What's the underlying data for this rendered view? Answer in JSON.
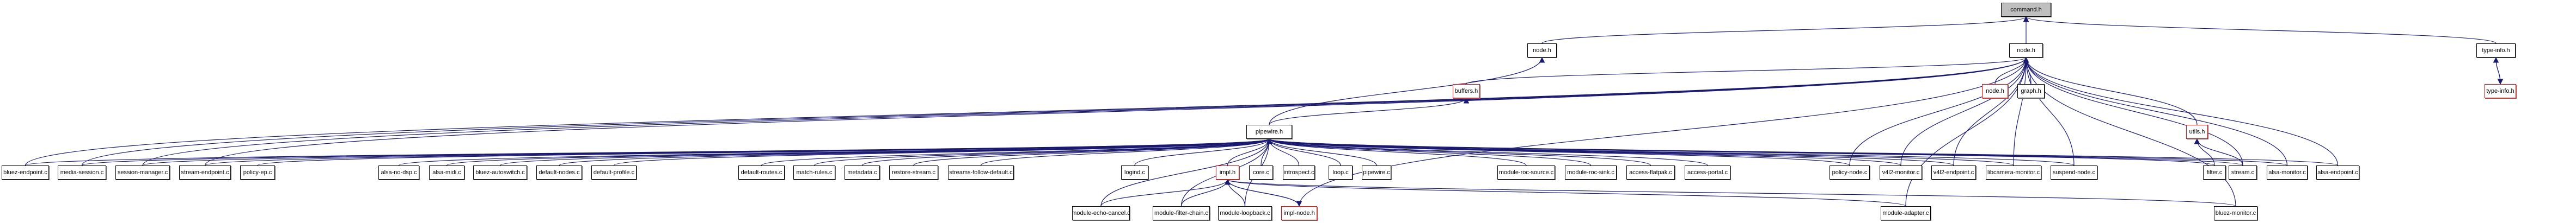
{
  "title": "command.h include dependency graph",
  "colors": {
    "edge": "#191970",
    "root_fill": "#bfbfbf",
    "truncated_border": "#ff0000",
    "node_border": "#000000"
  },
  "nodes": [
    {
      "id": "command_h",
      "label": "command.h",
      "kind": "root"
    },
    {
      "id": "node_h_top",
      "label": "node.h",
      "kind": "normal"
    },
    {
      "id": "node_h",
      "label": "node.h",
      "kind": "normal"
    },
    {
      "id": "type_info_h",
      "label": "type-info.h",
      "kind": "normal"
    },
    {
      "id": "type_info_h2",
      "label": "type-info.h",
      "kind": "truncated"
    },
    {
      "id": "node_h_red",
      "label": "node.h",
      "kind": "truncated"
    },
    {
      "id": "graph_h",
      "label": "graph.h",
      "kind": "normal"
    },
    {
      "id": "buffers_h",
      "label": "buffers.h",
      "kind": "truncated"
    },
    {
      "id": "utils_h",
      "label": "utils.h",
      "kind": "truncated"
    },
    {
      "id": "pipewire_h",
      "label": "pipewire.h",
      "kind": "normal"
    },
    {
      "id": "bluez_endpoint_c",
      "label": "bluez-endpoint.c",
      "kind": "normal"
    },
    {
      "id": "media_session_c",
      "label": "media-session.c",
      "kind": "normal"
    },
    {
      "id": "session_manager_c",
      "label": "session-manager.c",
      "kind": "normal"
    },
    {
      "id": "stream_endpoint_c",
      "label": "stream-endpoint.c",
      "kind": "normal"
    },
    {
      "id": "policy_ep_c",
      "label": "policy-ep.c",
      "kind": "normal"
    },
    {
      "id": "alsa_no_dsp_c",
      "label": "alsa-no-dsp.c",
      "kind": "normal"
    },
    {
      "id": "alsa_midi_c",
      "label": "alsa-midi.c",
      "kind": "normal"
    },
    {
      "id": "bluez_autoswitch_c",
      "label": "bluez-autoswitch.c",
      "kind": "normal"
    },
    {
      "id": "default_nodes_c",
      "label": "default-nodes.c",
      "kind": "normal"
    },
    {
      "id": "default_profile_c",
      "label": "default-profile.c",
      "kind": "normal"
    },
    {
      "id": "default_routes_c",
      "label": "default-routes.c",
      "kind": "normal"
    },
    {
      "id": "match_rules_c",
      "label": "match-rules.c",
      "kind": "normal"
    },
    {
      "id": "metadata_c",
      "label": "metadata.c",
      "kind": "normal"
    },
    {
      "id": "restore_stream_c",
      "label": "restore-stream.c",
      "kind": "normal"
    },
    {
      "id": "streams_follow_default_c",
      "label": "streams-follow-default.c",
      "kind": "normal"
    },
    {
      "id": "logind_c",
      "label": "logind.c",
      "kind": "normal"
    },
    {
      "id": "impl_h",
      "label": "impl.h",
      "kind": "truncated"
    },
    {
      "id": "core_c",
      "label": "core.c",
      "kind": "normal"
    },
    {
      "id": "introspect_c",
      "label": "introspect.c",
      "kind": "normal"
    },
    {
      "id": "loop_c",
      "label": "loop.c",
      "kind": "normal"
    },
    {
      "id": "pipewire_c",
      "label": "pipewire.c",
      "kind": "normal"
    },
    {
      "id": "module_roc_source_c",
      "label": "module-roc-source.c",
      "kind": "normal"
    },
    {
      "id": "module_roc_sink_c",
      "label": "module-roc-sink.c",
      "kind": "normal"
    },
    {
      "id": "access_flatpak_c",
      "label": "access-flatpak.c",
      "kind": "normal"
    },
    {
      "id": "access_portal_c",
      "label": "access-portal.c",
      "kind": "normal"
    },
    {
      "id": "policy_node_c",
      "label": "policy-node.c",
      "kind": "normal"
    },
    {
      "id": "v4l2_monitor_c",
      "label": "v4l2-monitor.c",
      "kind": "normal"
    },
    {
      "id": "v4l2_endpoint_c",
      "label": "v4l2-endpoint.c",
      "kind": "normal"
    },
    {
      "id": "libcamera_monitor_c",
      "label": "libcamera-monitor.c",
      "kind": "normal"
    },
    {
      "id": "suspend_node_c",
      "label": "suspend-node.c",
      "kind": "normal"
    },
    {
      "id": "filter_c",
      "label": "filter.c",
      "kind": "normal"
    },
    {
      "id": "stream_c",
      "label": "stream.c",
      "kind": "normal"
    },
    {
      "id": "alsa_monitor_c",
      "label": "alsa-monitor.c",
      "kind": "normal"
    },
    {
      "id": "alsa_endpoint_c",
      "label": "alsa-endpoint.c",
      "kind": "normal"
    },
    {
      "id": "module_echo_cancel_c",
      "label": "module-echo-cancel.c",
      "kind": "normal"
    },
    {
      "id": "module_filter_chain_c",
      "label": "module-filter-chain.c",
      "kind": "normal"
    },
    {
      "id": "module_loopback_c",
      "label": "module-loopback.c",
      "kind": "normal"
    },
    {
      "id": "impl_node_h",
      "label": "impl-node.h",
      "kind": "truncated"
    },
    {
      "id": "module_adapter_c",
      "label": "module-adapter.c",
      "kind": "normal"
    },
    {
      "id": "bluez_monitor_c",
      "label": "bluez-monitor.c",
      "kind": "normal"
    }
  ],
  "edges": [
    [
      "node_h_top",
      "command_h"
    ],
    [
      "node_h",
      "command_h"
    ],
    [
      "type_info_h",
      "command_h"
    ],
    [
      "type_info_h2",
      "type_info_h"
    ],
    [
      "type_info_h",
      "type_info_h2"
    ],
    [
      "pipewire_h",
      "node_h_top"
    ],
    [
      "node_h_red",
      "node_h"
    ],
    [
      "graph_h",
      "node_h"
    ],
    [
      "buffers_h",
      "node_h"
    ],
    [
      "pipewire_h",
      "buffers_h"
    ],
    [
      "utils_h",
      "node_h"
    ],
    [
      "bluez_endpoint_c",
      "node_h"
    ],
    [
      "media_session_c",
      "node_h"
    ],
    [
      "session_manager_c",
      "node_h"
    ],
    [
      "stream_endpoint_c",
      "node_h"
    ],
    [
      "policy_node_c",
      "node_h"
    ],
    [
      "v4l2_monitor_c",
      "node_h"
    ],
    [
      "v4l2_endpoint_c",
      "node_h"
    ],
    [
      "libcamera_monitor_c",
      "node_h"
    ],
    [
      "suspend_node_c",
      "node_h"
    ],
    [
      "alsa_monitor_c",
      "node_h"
    ],
    [
      "alsa_endpoint_c",
      "node_h"
    ],
    [
      "stream_c",
      "node_h"
    ],
    [
      "impl_node_h",
      "node_h"
    ],
    [
      "module_adapter_c",
      "node_h"
    ],
    [
      "bluez_monitor_c",
      "node_h"
    ],
    [
      "filter_c",
      "utils_h"
    ],
    [
      "stream_c",
      "utils_h"
    ],
    [
      "bluez_endpoint_c",
      "pipewire_h"
    ],
    [
      "media_session_c",
      "pipewire_h"
    ],
    [
      "session_manager_c",
      "pipewire_h"
    ],
    [
      "stream_endpoint_c",
      "pipewire_h"
    ],
    [
      "policy_ep_c",
      "pipewire_h"
    ],
    [
      "alsa_no_dsp_c",
      "pipewire_h"
    ],
    [
      "alsa_midi_c",
      "pipewire_h"
    ],
    [
      "bluez_autoswitch_c",
      "pipewire_h"
    ],
    [
      "default_nodes_c",
      "pipewire_h"
    ],
    [
      "default_profile_c",
      "pipewire_h"
    ],
    [
      "default_routes_c",
      "pipewire_h"
    ],
    [
      "match_rules_c",
      "pipewire_h"
    ],
    [
      "metadata_c",
      "pipewire_h"
    ],
    [
      "restore_stream_c",
      "pipewire_h"
    ],
    [
      "streams_follow_default_c",
      "pipewire_h"
    ],
    [
      "logind_c",
      "pipewire_h"
    ],
    [
      "impl_h",
      "pipewire_h"
    ],
    [
      "core_c",
      "pipewire_h"
    ],
    [
      "introspect_c",
      "pipewire_h"
    ],
    [
      "loop_c",
      "pipewire_h"
    ],
    [
      "pipewire_c",
      "pipewire_h"
    ],
    [
      "module_roc_source_c",
      "pipewire_h"
    ],
    [
      "module_roc_sink_c",
      "pipewire_h"
    ],
    [
      "access_flatpak_c",
      "pipewire_h"
    ],
    [
      "access_portal_c",
      "pipewire_h"
    ],
    [
      "policy_node_c",
      "pipewire_h"
    ],
    [
      "v4l2_monitor_c",
      "pipewire_h"
    ],
    [
      "v4l2_endpoint_c",
      "pipewire_h"
    ],
    [
      "libcamera_monitor_c",
      "pipewire_h"
    ],
    [
      "suspend_node_c",
      "pipewire_h"
    ],
    [
      "filter_c",
      "pipewire_h"
    ],
    [
      "stream_c",
      "pipewire_h"
    ],
    [
      "alsa_monitor_c",
      "pipewire_h"
    ],
    [
      "alsa_endpoint_c",
      "pipewire_h"
    ],
    [
      "module_echo_cancel_c",
      "pipewire_h"
    ],
    [
      "module_filter_chain_c",
      "pipewire_h"
    ],
    [
      "module_loopback_c",
      "pipewire_h"
    ],
    [
      "module_echo_cancel_c",
      "impl_h"
    ],
    [
      "module_filter_chain_c",
      "impl_h"
    ],
    [
      "module_loopback_c",
      "impl_h"
    ],
    [
      "impl_node_h",
      "impl_h"
    ],
    [
      "module_adapter_c",
      "impl_h"
    ],
    [
      "bluez_monitor_c",
      "impl_h"
    ],
    [
      "impl_h",
      "impl_node_h"
    ]
  ]
}
